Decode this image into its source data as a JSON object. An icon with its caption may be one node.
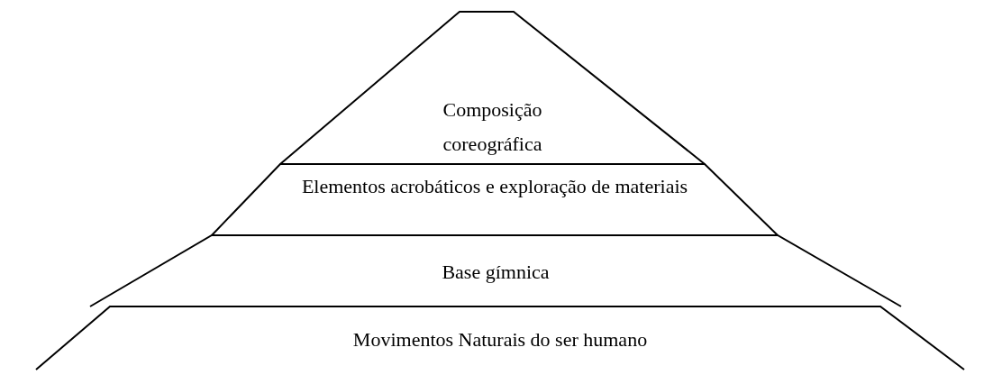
{
  "diagram": {
    "nodes": [
      {
        "text": [
          "Composição coreográfica"
        ]
      },
      {
        "text": [
          "Elementos acrobáticos e exploração de materiais"
        ]
      },
      {
        "text": [
          "Base gímnica"
        ]
      },
      {
        "text": [
          "Movimentos Naturais do ser humano"
        ]
      }
    ]
  }
}
